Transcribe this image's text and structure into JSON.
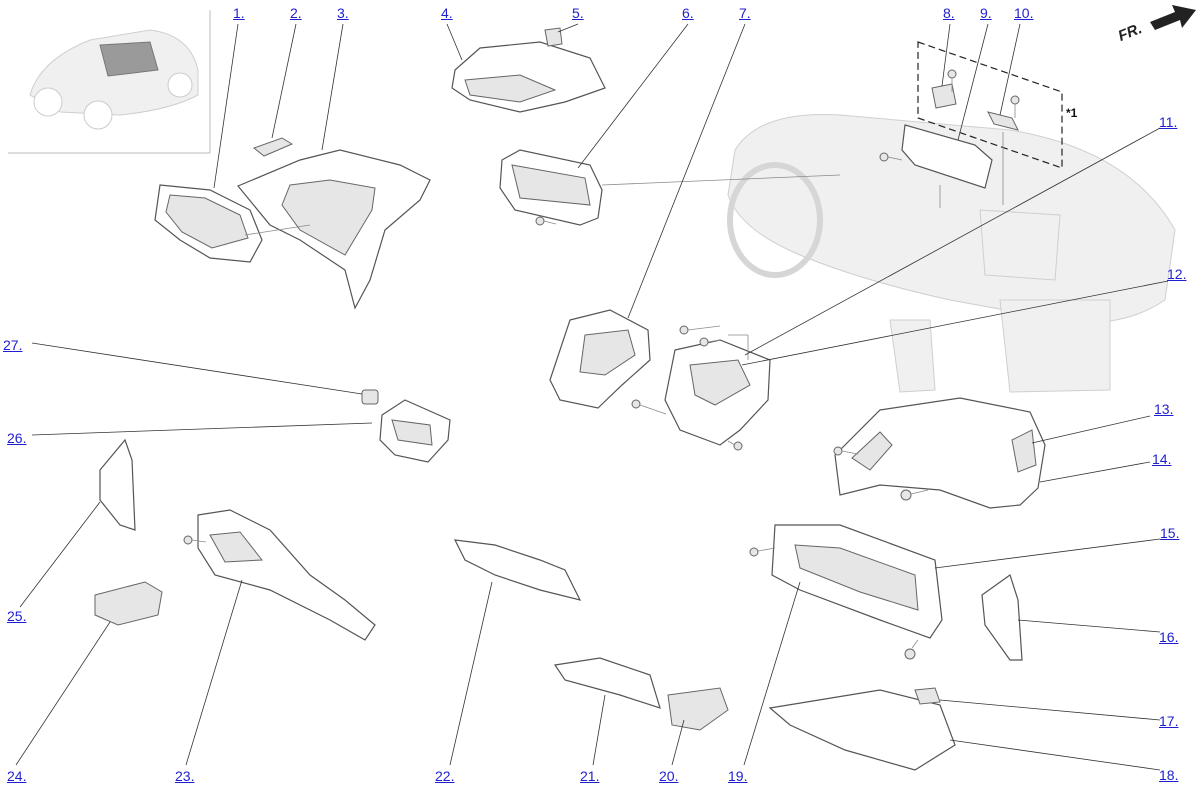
{
  "orientation": {
    "label": "FR.",
    "icon": "front-direction-arrow-icon"
  },
  "note": "*1",
  "callouts": [
    {
      "label": "1."
    },
    {
      "label": "2."
    },
    {
      "label": "3."
    },
    {
      "label": "4."
    },
    {
      "label": "5."
    },
    {
      "label": "6."
    },
    {
      "label": "7."
    },
    {
      "label": "8."
    },
    {
      "label": "9."
    },
    {
      "label": "10."
    },
    {
      "label": "11."
    },
    {
      "label": "12."
    },
    {
      "label": "13."
    },
    {
      "label": "14."
    },
    {
      "label": "15."
    },
    {
      "label": "16."
    },
    {
      "label": "17."
    },
    {
      "label": "18."
    },
    {
      "label": "19."
    },
    {
      "label": "20."
    },
    {
      "label": "21."
    },
    {
      "label": "22."
    },
    {
      "label": "23."
    },
    {
      "label": "24."
    },
    {
      "label": "25."
    },
    {
      "label": "26."
    },
    {
      "label": "27."
    }
  ],
  "colors": {
    "link": "#1f1fd0",
    "line": "#333333",
    "ghost": "#e8e8e8"
  }
}
